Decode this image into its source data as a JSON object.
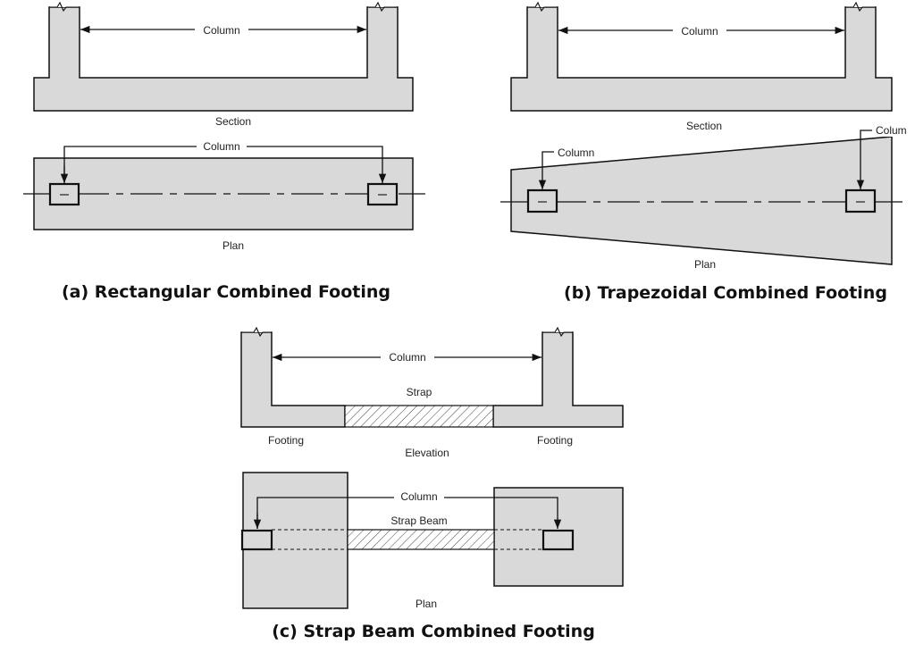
{
  "panel_a": {
    "column_label": "Column",
    "section_label": "Section",
    "plan_column_label": "Column",
    "plan_label": "Plan",
    "caption": "(a) Rectangular Combined Footing"
  },
  "panel_b": {
    "column_label": "Column",
    "section_label": "Section",
    "plan_left_column_label": "Column",
    "plan_right_column_label": "Colum",
    "plan_label": "Plan",
    "caption": "(b) Trapezoidal Combined Footing"
  },
  "panel_c": {
    "column_label": "Column",
    "strap_label": "Strap",
    "footing_left_label": "Footing",
    "footing_right_label": "Footing",
    "elevation_label": "Elevation",
    "plan_column_label": "Column",
    "strap_beam_label": "Strap Beam",
    "plan_label": "Plan",
    "caption": "(c) Strap Beam Combined Footing"
  },
  "colors": {
    "concrete_fill": "#d9d9d9",
    "line": "#111111"
  }
}
